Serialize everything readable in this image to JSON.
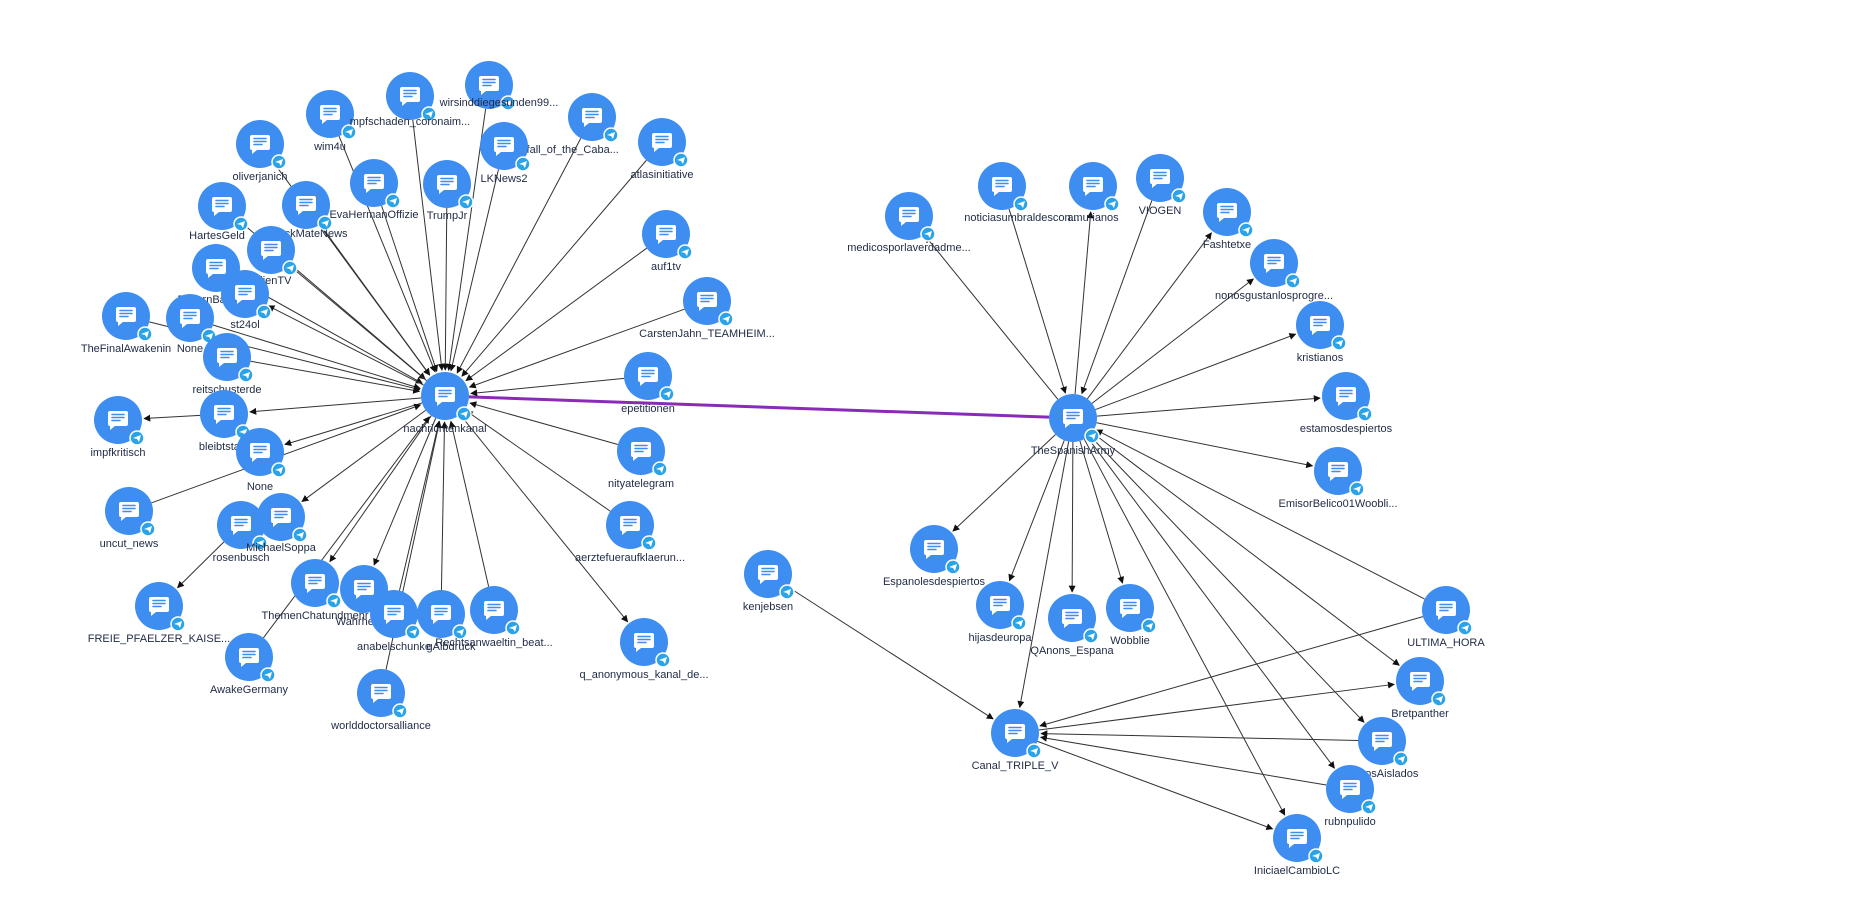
{
  "graph": {
    "colors": {
      "node": "#3d8ef0",
      "badge": "#2aa3e8",
      "edge": "#333333",
      "bridge": "#8a2bb8"
    },
    "node_icon": "chat-bubble-icon",
    "badge_icon": "telegram-icon",
    "nodes": [
      {
        "id": "nachrichtenkanal",
        "label": "nachrichtenkanal"
      },
      {
        "id": "TheSpanishArmy",
        "label": "TheSpanishArmy"
      },
      {
        "id": "Canal_TRIPLE_V",
        "label": "Canal_TRIPLE_V"
      },
      {
        "id": "oliverjanich",
        "label": "oliverjanich"
      },
      {
        "id": "wim4u",
        "label": "wim4u"
      },
      {
        "id": "impfschaden",
        "label": "mpfschaden_coronaim..."
      },
      {
        "id": "wirsinddiegesunden",
        "label": "wirsinddiegesunden99..."
      },
      {
        "id": "fall_of_cabal",
        "label": "the_fall_of_the_Caba..."
      },
      {
        "id": "atlasinitiative",
        "label": "atlasinitiative"
      },
      {
        "id": "LKNews2",
        "label": "LKNews2"
      },
      {
        "id": "TrumpJr",
        "label": "TrumpJr"
      },
      {
        "id": "EvaHermanOffizie",
        "label": "EvaHermanOffizie"
      },
      {
        "id": "HartesGeld",
        "label": "HartesGeld"
      },
      {
        "id": "CheckMateNews",
        "label": "CheckMateNews"
      },
      {
        "id": "medienTV",
        "label": "edienTV"
      },
      {
        "id": "BayernBadenW",
        "label": "BayernBadenW"
      },
      {
        "id": "st24ol",
        "label": "st24ol"
      },
      {
        "id": "TheFinalAwakening",
        "label": "TheFinalAwakenin"
      },
      {
        "id": "None1",
        "label": "None"
      },
      {
        "id": "reitschusterde",
        "label": "reitschusterde"
      },
      {
        "id": "impfkritisch",
        "label": "impfkritisch"
      },
      {
        "id": "bleibtstark",
        "label": "bleibtstark"
      },
      {
        "id": "None2",
        "label": "None"
      },
      {
        "id": "uncut_news",
        "label": "uncut_news"
      },
      {
        "id": "rosenbusch",
        "label": "rosenbusch"
      },
      {
        "id": "MichaelSoppa",
        "label": "MichaelSoppa"
      },
      {
        "id": "FREIE_PFAELZER",
        "label": "FREIE_PFAELZER_KAISE..."
      },
      {
        "id": "ThemenChatundmehr",
        "label": "ThemenChatundmehr"
      },
      {
        "id": "Wahrheit",
        "label": "Wahrhei"
      },
      {
        "id": "AwakeGermany",
        "label": "AwakeGermany"
      },
      {
        "id": "anabelschunke",
        "label": "anabelschunke"
      },
      {
        "id": "Albdruck",
        "label": "gAlbdruck"
      },
      {
        "id": "worlddoctorsalliance",
        "label": "worlddoctorsalliance"
      },
      {
        "id": "Rechtsanwaeltin",
        "label": "Rechtsanwaeltin_beat..."
      },
      {
        "id": "nityatelegram",
        "label": "nityatelegram"
      },
      {
        "id": "q_anonymous",
        "label": "q_anonymous_kanal_de..."
      },
      {
        "id": "aerztefueraufklaerung",
        "label": "aerztefueraufklaerun..."
      },
      {
        "id": "kenjebsen",
        "label": "kenjebsen"
      },
      {
        "id": "epetitionen",
        "label": "epetitionen"
      },
      {
        "id": "CarstenJahn",
        "label": "CarstenJahn_TEAMHEIM..."
      },
      {
        "id": "auf1tv",
        "label": "auf1tv"
      },
      {
        "id": "medicosporlaverdad",
        "label": "medicosporlaverdadme..."
      },
      {
        "id": "noticiasumbral",
        "label": "noticiasumbraldescon..."
      },
      {
        "id": "amurianos",
        "label": "amurianos"
      },
      {
        "id": "VIOGEN",
        "label": "VIOGEN"
      },
      {
        "id": "Fashtetxe",
        "label": "Fashtetxe"
      },
      {
        "id": "nonosgustanlos",
        "label": "nonosgustanlosprogre..."
      },
      {
        "id": "kristianos",
        "label": "kristianos"
      },
      {
        "id": "estamosdespiertos",
        "label": "estamosdespiertos"
      },
      {
        "id": "EmisorBelico",
        "label": "EmisorBelico01Woobli..."
      },
      {
        "id": "Espanolesdespiertos",
        "label": "Espanolesdespiertos"
      },
      {
        "id": "hijasdeuropa",
        "label": "hijasdeuropa"
      },
      {
        "id": "QAnons_Espana",
        "label": "QAnons_Espana"
      },
      {
        "id": "Wobblie",
        "label": "Wobblie"
      },
      {
        "id": "ULTIMA_HORA",
        "label": "ULTIMA_HORA"
      },
      {
        "id": "Bretpanther",
        "label": "Bretpanther"
      },
      {
        "id": "CasosAislados",
        "label": "CasosAislados"
      },
      {
        "id": "rubnpulido",
        "label": "rubnpulido"
      },
      {
        "id": "IniciaelCambioLC",
        "label": "IniciaelCambioLC"
      }
    ],
    "edges": [
      {
        "from": "nachrichtenkanal",
        "to": "TheSpanishArmy",
        "bridge": true
      },
      {
        "from": "kenjebsen",
        "to": "Canal_TRIPLE_V"
      },
      {
        "from": "oliverjanich",
        "to": "nachrichtenkanal"
      },
      {
        "from": "wim4u",
        "to": "nachrichtenkanal"
      },
      {
        "from": "impfschaden",
        "to": "nachrichtenkanal"
      },
      {
        "from": "wirsinddiegesunden",
        "to": "nachrichtenkanal"
      },
      {
        "from": "fall_of_cabal",
        "to": "nachrichtenkanal"
      },
      {
        "from": "atlasinitiative",
        "to": "nachrichtenkanal"
      },
      {
        "from": "LKNews2",
        "to": "nachrichtenkanal"
      },
      {
        "from": "TrumpJr",
        "to": "nachrichtenkanal"
      },
      {
        "from": "EvaHermanOffizie",
        "to": "nachrichtenkanal"
      },
      {
        "from": "HartesGeld",
        "to": "nachrichtenkanal"
      },
      {
        "from": "CheckMateNews",
        "to": "nachrichtenkanal"
      },
      {
        "from": "nachrichtenkanal",
        "to": "medienTV"
      },
      {
        "from": "BayernBadenW",
        "to": "nachrichtenkanal"
      },
      {
        "from": "nachrichtenkanal",
        "to": "st24ol"
      },
      {
        "from": "TheFinalAwakening",
        "to": "nachrichtenkanal"
      },
      {
        "from": "None1",
        "to": "nachrichtenkanal"
      },
      {
        "from": "reitschusterde",
        "to": "nachrichtenkanal"
      },
      {
        "from": "bleibtstark",
        "to": "impfkritisch"
      },
      {
        "from": "nachrichtenkanal",
        "to": "bleibtstark"
      },
      {
        "from": "nachrichtenkanal",
        "to": "None2"
      },
      {
        "from": "uncut_news",
        "to": "nachrichtenkanal"
      },
      {
        "from": "nachrichtenkanal",
        "to": "MichaelSoppa"
      },
      {
        "from": "rosenbusch",
        "to": "FREIE_PFAELZER"
      },
      {
        "from": "nachrichtenkanal",
        "to": "ThemenChatundmehr"
      },
      {
        "from": "nachrichtenkanal",
        "to": "Wahrheit"
      },
      {
        "from": "AwakeGermany",
        "to": "nachrichtenkanal"
      },
      {
        "from": "anabelschunke",
        "to": "nachrichtenkanal"
      },
      {
        "from": "Albdruck",
        "to": "nachrichtenkanal"
      },
      {
        "from": "worlddoctorsalliance",
        "to": "nachrichtenkanal"
      },
      {
        "from": "Rechtsanwaeltin",
        "to": "nachrichtenkanal"
      },
      {
        "from": "nityatelegram",
        "to": "nachrichtenkanal"
      },
      {
        "from": "nachrichtenkanal",
        "to": "q_anonymous"
      },
      {
        "from": "aerztefueraufklaerung",
        "to": "nachrichtenkanal"
      },
      {
        "from": "epetitionen",
        "to": "nachrichtenkanal"
      },
      {
        "from": "CarstenJahn",
        "to": "nachrichtenkanal"
      },
      {
        "from": "auf1tv",
        "to": "nachrichtenkanal"
      },
      {
        "from": "TheSpanishArmy",
        "to": "medicosporlaverdad"
      },
      {
        "from": "noticiasumbral",
        "to": "TheSpanishArmy"
      },
      {
        "from": "TheSpanishArmy",
        "to": "amurianos"
      },
      {
        "from": "VIOGEN",
        "to": "TheSpanishArmy"
      },
      {
        "from": "TheSpanishArmy",
        "to": "Fashtetxe"
      },
      {
        "from": "TheSpanishArmy",
        "to": "nonosgustanlos"
      },
      {
        "from": "TheSpanishArmy",
        "to": "kristianos"
      },
      {
        "from": "TheSpanishArmy",
        "to": "estamosdespiertos"
      },
      {
        "from": "TheSpanishArmy",
        "to": "EmisorBelico"
      },
      {
        "from": "TheSpanishArmy",
        "to": "Espanolesdespiertos"
      },
      {
        "from": "TheSpanishArmy",
        "to": "hijasdeuropa"
      },
      {
        "from": "TheSpanishArmy",
        "to": "QAnons_Espana"
      },
      {
        "from": "TheSpanishArmy",
        "to": "Wobblie"
      },
      {
        "from": "TheSpanishArmy",
        "to": "Canal_TRIPLE_V"
      },
      {
        "from": "ULTIMA_HORA",
        "to": "TheSpanishArmy"
      },
      {
        "from": "TheSpanishArmy",
        "to": "Bretpanther"
      },
      {
        "from": "TheSpanishArmy",
        "to": "CasosAislados"
      },
      {
        "from": "TheSpanishArmy",
        "to": "rubnpulido"
      },
      {
        "from": "TheSpanishArmy",
        "to": "IniciaelCambioLC"
      },
      {
        "from": "ULTIMA_HORA",
        "to": "Canal_TRIPLE_V"
      },
      {
        "from": "Canal_TRIPLE_V",
        "to": "Bretpanther"
      },
      {
        "from": "CasosAislados",
        "to": "Canal_TRIPLE_V"
      },
      {
        "from": "rubnpulido",
        "to": "Canal_TRIPLE_V"
      },
      {
        "from": "Canal_TRIPLE_V",
        "to": "IniciaelCambioLC"
      }
    ]
  }
}
